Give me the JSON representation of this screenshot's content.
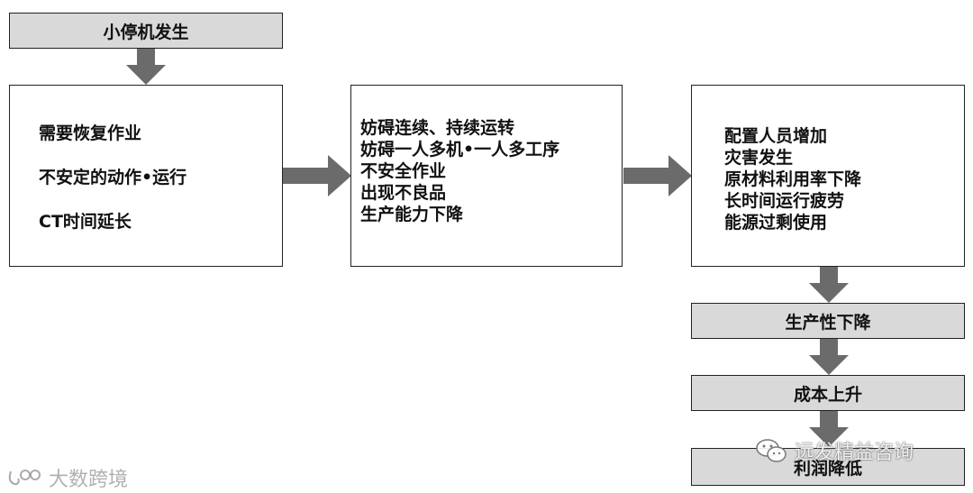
{
  "title": "小停机发生",
  "col1": {
    "items": [
      "需要恢复作业",
      "不安定的动作•运行",
      "CT时间延长"
    ]
  },
  "col2": {
    "items": [
      "妨碍连续、持续运转",
      "妨碍一人多机•一人多工序",
      "不安全作业",
      "出现不良品",
      "生产能力下降"
    ]
  },
  "col3": {
    "items": [
      "配置人员增加",
      "灾害发生",
      "原材料利用率下降",
      "长时间运行疲劳",
      "能源过剩使用"
    ]
  },
  "results": {
    "step1": "生产性下降",
    "step2": "成本上升",
    "step3": "利润降低"
  },
  "watermarks": {
    "left": "大数跨境",
    "right": "远发精益咨询"
  },
  "colors": {
    "arrow": "#6b6b6b",
    "header_fill": "#d9d9d9",
    "border": "#222222"
  }
}
